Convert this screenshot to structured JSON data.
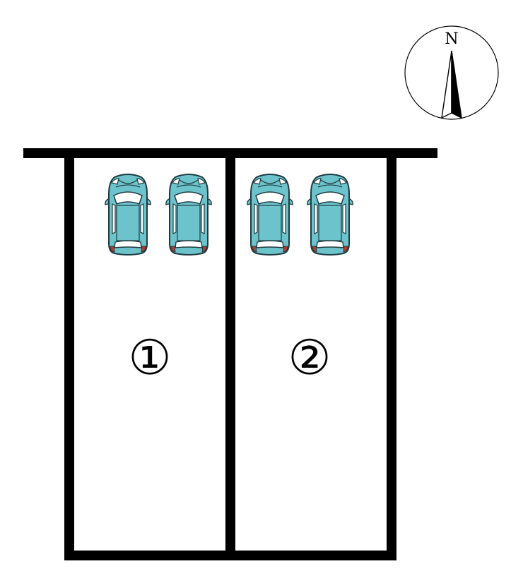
{
  "compass": {
    "north_label": "N",
    "icon": "north-arrow-icon"
  },
  "lots": [
    {
      "number": "①"
    },
    {
      "number": "②"
    }
  ],
  "cars": {
    "icon": "car-top-view-icon",
    "count": 4,
    "body_color": "#6cc3cc",
    "outline_color": "#1f3b40",
    "taillight_color": "#c0392b"
  },
  "colors": {
    "lines": "#000000",
    "background": "#ffffff"
  }
}
